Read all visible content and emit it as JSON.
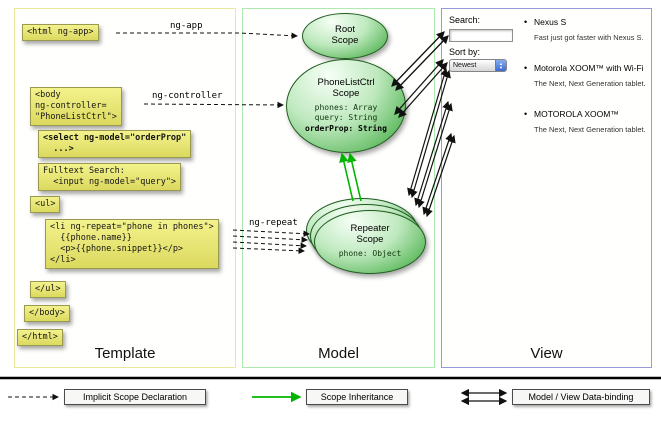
{
  "columns": {
    "template": "Template",
    "model": "Model",
    "view": "View"
  },
  "code": {
    "html_open": {
      "lines": [
        "<html ng-app>"
      ]
    },
    "body_open": {
      "lines": [
        "<body",
        "ng-controller=",
        "\"PhoneListCtrl\">"
      ]
    },
    "select": {
      "lines": [
        "<select ng-model=\"orderProp\"",
        "  ...>"
      ]
    },
    "fulltext": {
      "lines": [
        "Fulltext Search:",
        "  <input ng-model=\"query\">"
      ]
    },
    "ul_open": {
      "lines": [
        "<ul>"
      ]
    },
    "li_repeat": {
      "lines": [
        "<li ng-repeat=\"phone in phones\">",
        "  {{phone.name}}",
        "  <p>{{phone.snippet}}</p>",
        "</li>"
      ]
    },
    "ul_close": {
      "lines": [
        "</ul>"
      ]
    },
    "body_close": {
      "lines": [
        "</body>"
      ]
    },
    "html_close": {
      "lines": [
        "</html>"
      ]
    }
  },
  "scopes": {
    "root": {
      "title_line1": "Root",
      "title_line2": "Scope"
    },
    "phonelist": {
      "title_line1": "PhoneListCtrl",
      "title_line2": "Scope",
      "prop1": "phones: Array",
      "prop2": "query: String",
      "prop3": "orderProp: String"
    },
    "repeater": {
      "title_line1": "Repeater",
      "title_line2": "Scope",
      "prop1": "phone: Object"
    }
  },
  "arrow_labels": {
    "ng_app": "ng-app",
    "ng_controller": "ng-controller",
    "ng_repeat": "ng-repeat"
  },
  "view": {
    "search_label": "Search:",
    "sort_label": "Sort by:",
    "sort_value": "Newest",
    "phones": [
      {
        "name": "Nexus S",
        "snippet": "Fast just got faster with Nexus S."
      },
      {
        "name": "Motorola XOOM™ with Wi-Fi",
        "snippet": "The Next, Next Generation tablet."
      },
      {
        "name": "MOTOROLA XOOM™",
        "snippet": "The Next, Next Generation tablet."
      }
    ]
  },
  "legend": {
    "implicit": "Implicit Scope Declaration",
    "inheritance": "Scope Inheritance",
    "databinding": "Model / View Data-binding"
  },
  "colors": {
    "code_box_bg": "#e9e97b",
    "scope_green": "#5ab75a",
    "inheritance_arrow": "#00b400",
    "template_border": "#e8e89a",
    "model_border": "#aeeab0",
    "view_border": "#9a9ada"
  }
}
